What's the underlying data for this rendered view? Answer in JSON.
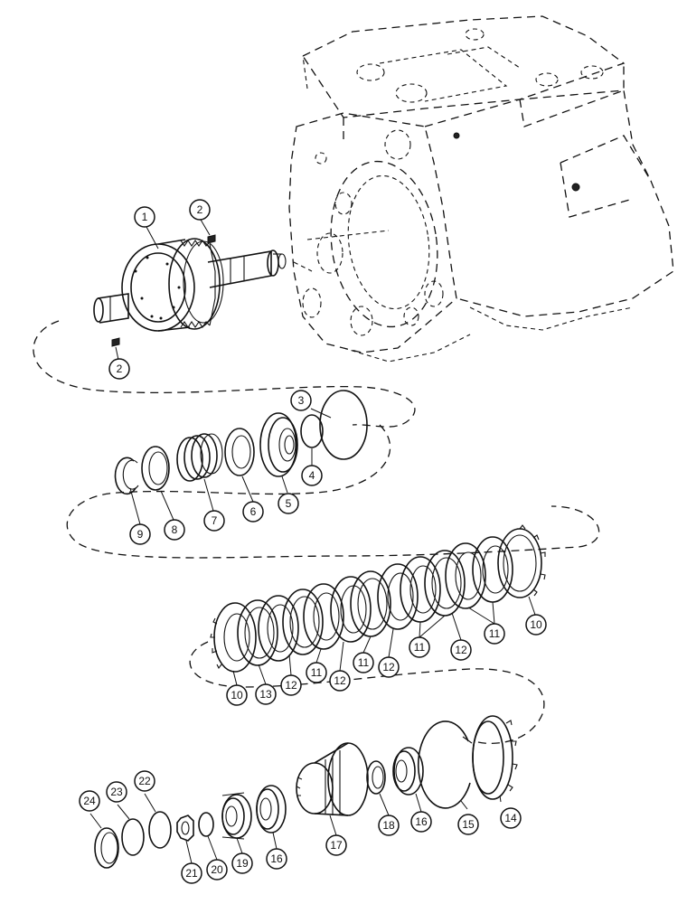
{
  "callouts": [
    {
      "id": "c1",
      "label": "1"
    },
    {
      "id": "c2a",
      "label": "2"
    },
    {
      "id": "c2b",
      "label": "2"
    },
    {
      "id": "c3",
      "label": "3"
    },
    {
      "id": "c4",
      "label": "4"
    },
    {
      "id": "c5",
      "label": "5"
    },
    {
      "id": "c6",
      "label": "6"
    },
    {
      "id": "c7",
      "label": "7"
    },
    {
      "id": "c8",
      "label": "8"
    },
    {
      "id": "c9",
      "label": "9"
    },
    {
      "id": "c10a",
      "label": "10"
    },
    {
      "id": "c10b",
      "label": "10"
    },
    {
      "id": "c11a",
      "label": "11"
    },
    {
      "id": "c11b",
      "label": "11"
    },
    {
      "id": "c11c",
      "label": "11"
    },
    {
      "id": "c11d",
      "label": "11"
    },
    {
      "id": "c12a",
      "label": "12"
    },
    {
      "id": "c12b",
      "label": "12"
    },
    {
      "id": "c12c",
      "label": "12"
    },
    {
      "id": "c12d",
      "label": "12"
    },
    {
      "id": "c13",
      "label": "13"
    },
    {
      "id": "c14",
      "label": "14"
    },
    {
      "id": "c15",
      "label": "15"
    },
    {
      "id": "c16a",
      "label": "16"
    },
    {
      "id": "c16b",
      "label": "16"
    },
    {
      "id": "c17",
      "label": "17"
    },
    {
      "id": "c18",
      "label": "18"
    },
    {
      "id": "c19",
      "label": "19"
    },
    {
      "id": "c20",
      "label": "20"
    },
    {
      "id": "c21",
      "label": "21"
    },
    {
      "id": "c22",
      "label": "22"
    },
    {
      "id": "c23",
      "label": "23"
    },
    {
      "id": "c24",
      "label": "24"
    }
  ]
}
